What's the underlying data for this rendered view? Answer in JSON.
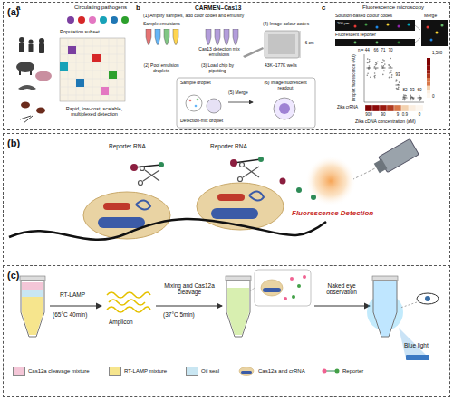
{
  "diagram": {
    "nodes": [
      {
        "text": [
          "(a)"
        ]
      },
      {
        "text": [
          "(b)"
        ]
      },
      {
        "text": [
          "(c)"
        ]
      }
    ],
    "labels": [
      "a",
      "Circulating pathogens",
      "Population subset",
      "Rapid, low-cost, scalable, multiplexed detection",
      "b",
      "CARMEN–Cas13",
      "(1) Amplify samples, add color codes and emulsify",
      "Sample emulsions",
      "Cas13 detection mix emulsions",
      "(2) Pool emulsion droplets",
      "(3) Load chip by pipetting",
      "(4) Image colour codes",
      "43K–177K wells",
      "~6 cm",
      "Sample droplet",
      "Detection-mix droplet",
      "(5) Merge",
      "(6) Image fluorescent readout",
      "c",
      "Fluorescence microscopy",
      "Solution-based colour codes",
      "Merge",
      "200 μm",
      "Fluorescent reporter",
      "n = 44",
      "66",
      "71",
      "70",
      "93",
      "82",
      "93",
      "60",
      "Droplet fluorescence (AU)",
      "Zika crRNA",
      "1,500",
      "0",
      "900",
      "90",
      "9",
      "0.9",
      "0",
      "Zika cDNA concentration (aM)",
      "Reporter RNA",
      "Reporter RNA",
      "Fluorescence Detection",
      "RT-LAMP",
      "(65°C 40min)",
      "Amplicon",
      "Mixing and Cas12a cleavage",
      "(37°C 5min)",
      "Naked eye observation",
      "Blue light"
    ],
    "legend": [
      {
        "text": "Cas12a cleavage mixture",
        "color": "#f4c6d7"
      },
      {
        "text": "RT-LAMP mixture",
        "color": "#f6e58d"
      },
      {
        "text": "Oil seal",
        "color": "#c9e6f2"
      },
      {
        "text": "Cas12a and crRNA"
      },
      {
        "text": "Reporter"
      }
    ]
  }
}
